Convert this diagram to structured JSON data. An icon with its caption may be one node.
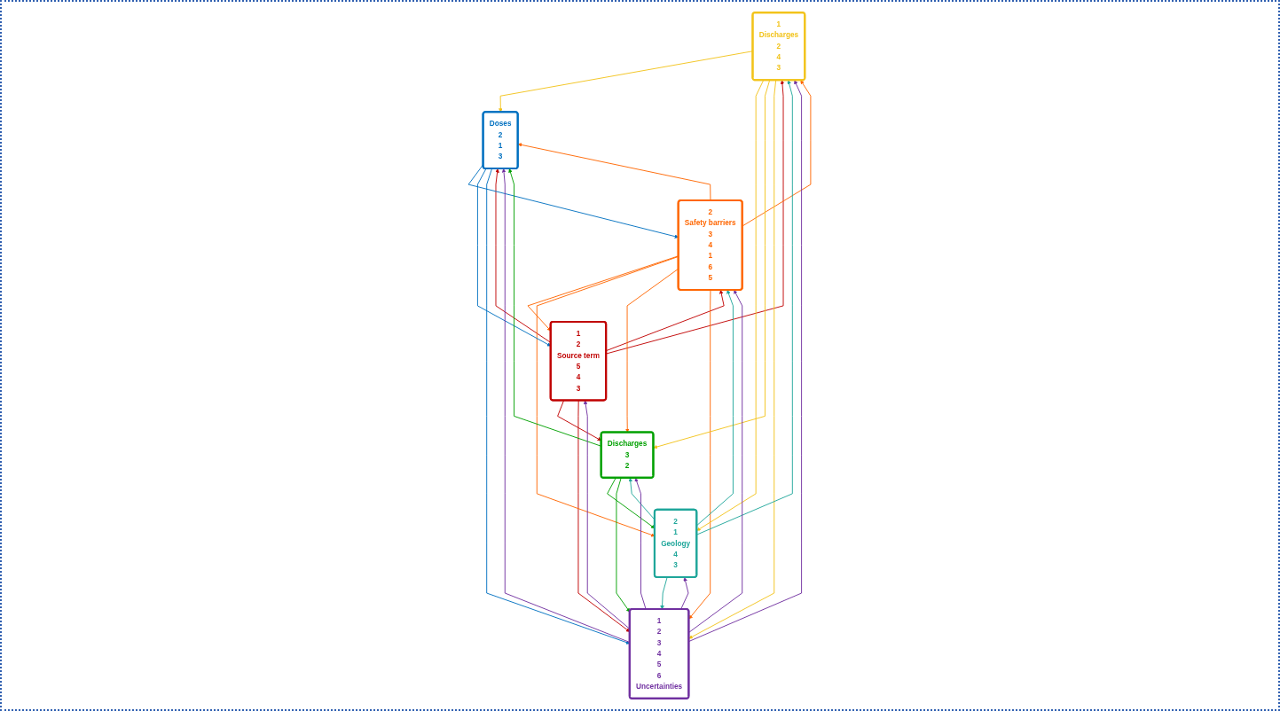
{
  "diagram": {
    "nodes": [
      {
        "text": [
          "1",
          "Discharges",
          "2",
          "4",
          "3"
        ]
      },
      {
        "text": [
          "2",
          "1",
          "Geology",
          "4",
          "3"
        ]
      },
      {
        "text": [
          "2",
          "Safety barriers",
          "3",
          "4",
          "1",
          "6",
          "5"
        ]
      },
      {
        "text": [
          "1",
          "2",
          "Source term",
          "5",
          "4",
          "3"
        ]
      },
      {
        "text": [
          "Doses",
          "2",
          "1",
          "3"
        ]
      },
      {
        "text": [
          "Discharges",
          "3",
          "2"
        ]
      },
      {
        "text": [
          "1",
          "2",
          "3",
          "4",
          "5",
          "6",
          "Uncertainties"
        ]
      }
    ],
    "edges": [
      {
        "from": 3,
        "to": 0,
        "arrow": "to",
        "color": "#c00000"
      },
      {
        "from": 3,
        "to": 2,
        "arrow": "to",
        "color": "#c00000"
      },
      {
        "from": 3,
        "to": 4,
        "arrow": "to",
        "color": "#c00000"
      },
      {
        "from": 3,
        "to": 5,
        "arrow": "to",
        "color": "#c00000"
      },
      {
        "from": 3,
        "to": 6,
        "arrow": "to",
        "color": "#c00000"
      },
      {
        "from": 2,
        "to": 3,
        "arrow": "to",
        "color": "#ff6600"
      },
      {
        "from": 2,
        "to": 0,
        "arrow": "to",
        "color": "#ff6600"
      },
      {
        "from": 2,
        "to": 1,
        "arrow": "to",
        "color": "#ff6600"
      },
      {
        "from": 2,
        "to": 4,
        "arrow": "to",
        "color": "#ff6600"
      },
      {
        "from": 2,
        "to": 5,
        "arrow": "to",
        "color": "#ff6600"
      },
      {
        "from": 2,
        "to": 6,
        "arrow": "to",
        "color": "#ff6600"
      },
      {
        "from": 0,
        "to": 4,
        "arrow": "to",
        "color": "#f2c31a"
      },
      {
        "from": 0,
        "to": 1,
        "arrow": "to",
        "color": "#f2c31a"
      },
      {
        "from": 0,
        "to": 5,
        "arrow": "to",
        "color": "#f2c31a"
      },
      {
        "from": 0,
        "to": 6,
        "arrow": "to",
        "color": "#f2c31a"
      },
      {
        "from": 1,
        "to": 0,
        "arrow": "to",
        "color": "#1fa69a"
      },
      {
        "from": 1,
        "to": 2,
        "arrow": "to",
        "color": "#1fa69a"
      },
      {
        "from": 1,
        "to": 5,
        "arrow": "to",
        "color": "#1fa69a"
      },
      {
        "from": 1,
        "to": 6,
        "arrow": "to",
        "color": "#1fa69a"
      },
      {
        "from": 4,
        "to": 2,
        "arrow": "to",
        "color": "#0070c0"
      },
      {
        "from": 4,
        "to": 3,
        "arrow": "to",
        "color": "#0070c0"
      },
      {
        "from": 4,
        "to": 6,
        "arrow": "to",
        "color": "#0070c0"
      },
      {
        "from": 5,
        "to": 1,
        "arrow": "to",
        "color": "#00a000"
      },
      {
        "from": 5,
        "to": 4,
        "arrow": "to",
        "color": "#00a000"
      },
      {
        "from": 5,
        "to": 6,
        "arrow": "to",
        "color": "#00a000"
      },
      {
        "from": 6,
        "to": 3,
        "arrow": "to",
        "color": "#7030a0"
      },
      {
        "from": 6,
        "to": 2,
        "arrow": "to",
        "color": "#7030a0"
      },
      {
        "from": 6,
        "to": 0,
        "arrow": "to",
        "color": "#7030a0"
      },
      {
        "from": 6,
        "to": 5,
        "arrow": "to",
        "color": "#7030a0"
      },
      {
        "from": 6,
        "to": 1,
        "arrow": "to",
        "color": "#7030a0"
      },
      {
        "from": 6,
        "to": 4,
        "arrow": "to",
        "color": "#7030a0"
      }
    ]
  }
}
